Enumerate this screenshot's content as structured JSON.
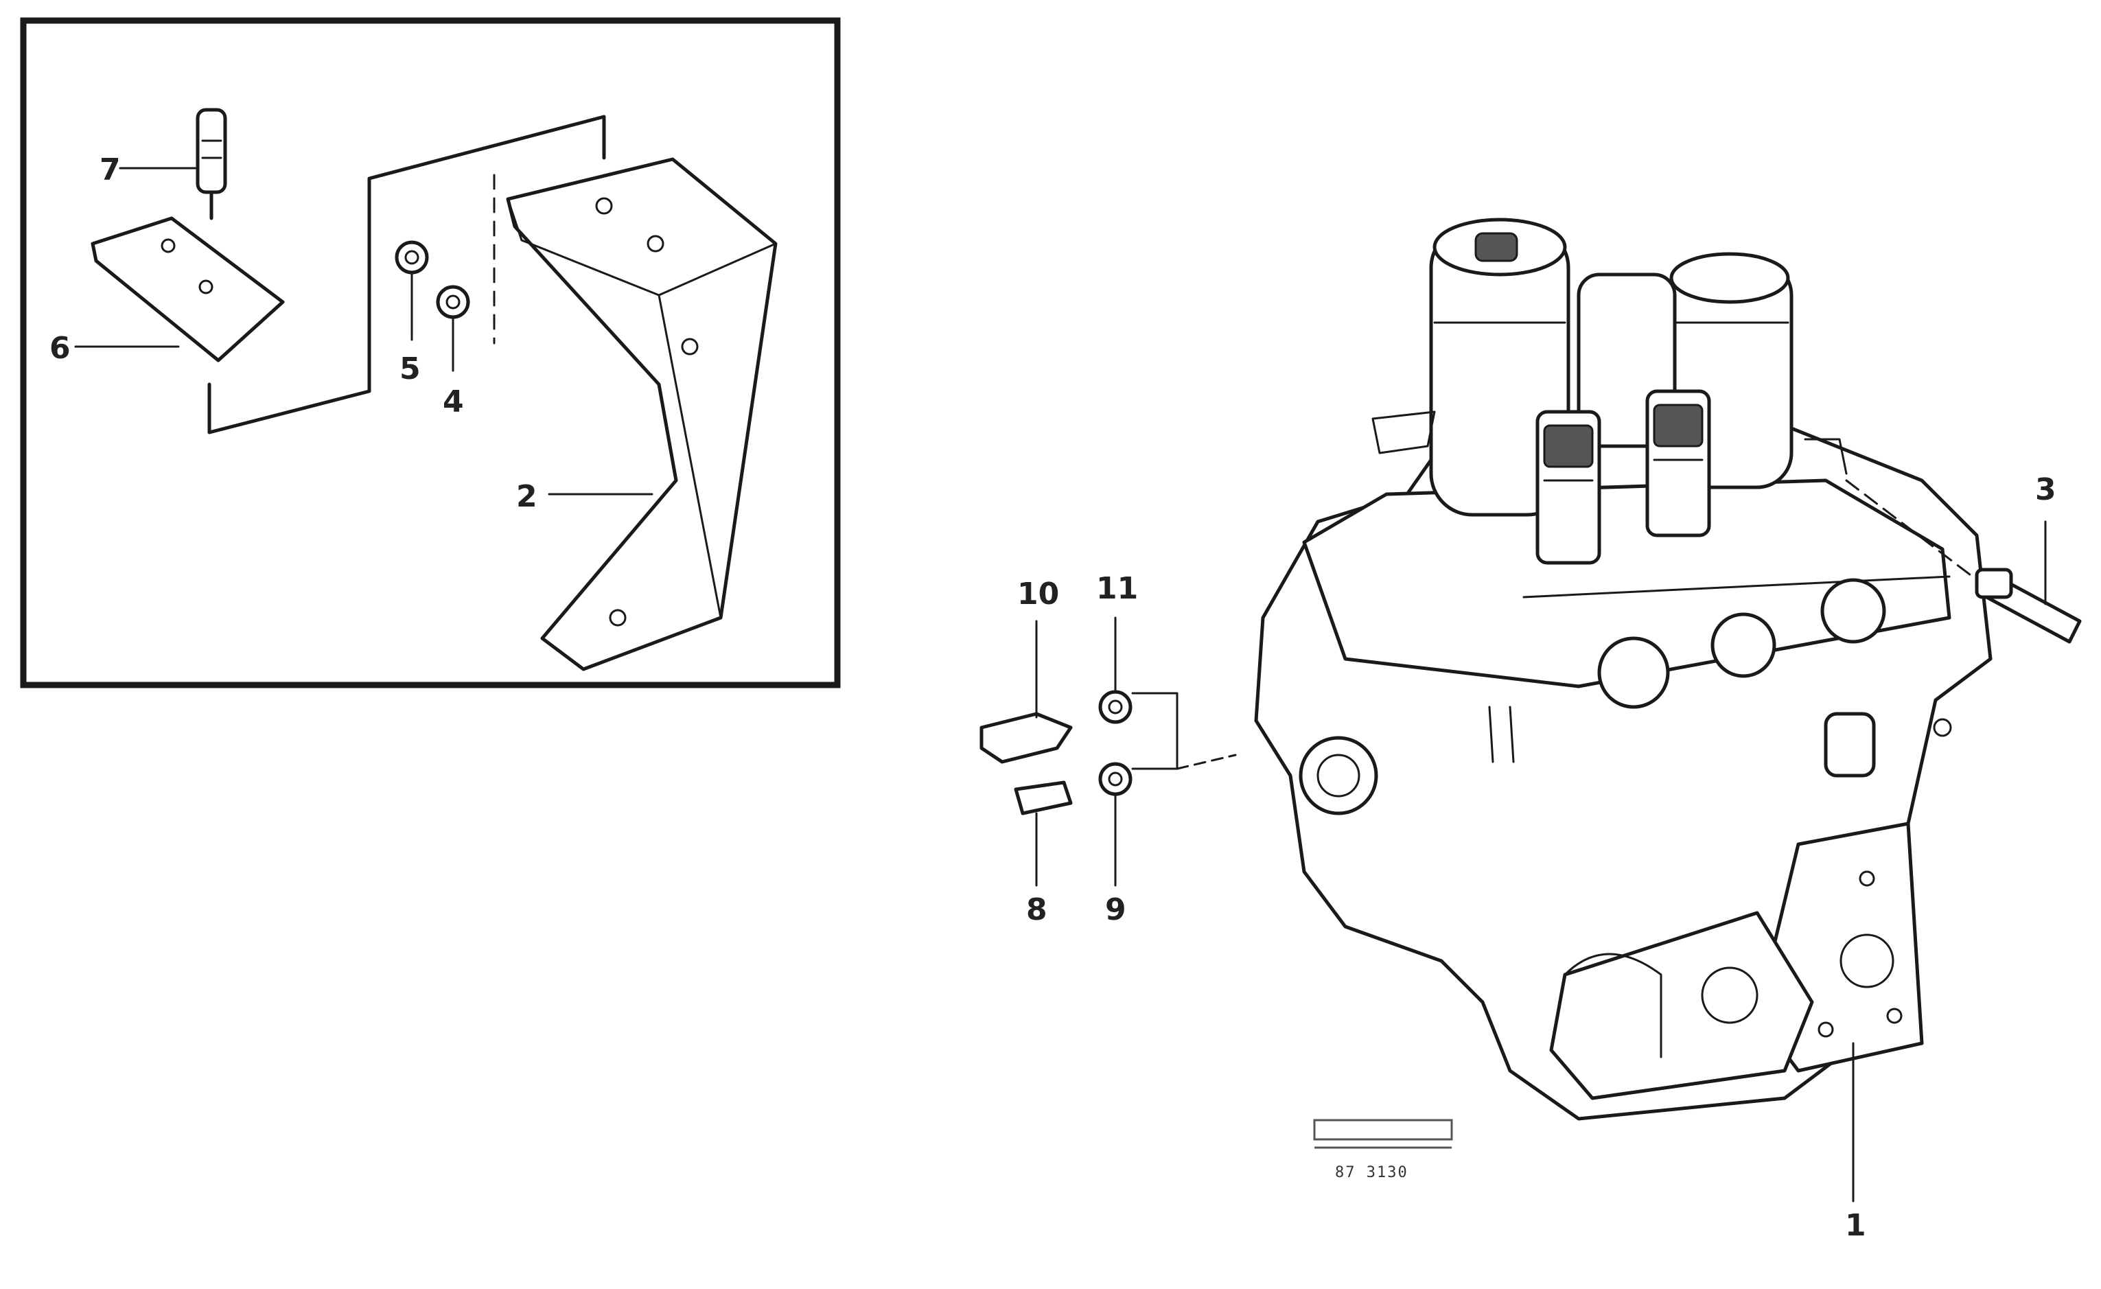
{
  "callouts": {
    "c1": "1",
    "c2": "2",
    "c3": "3",
    "c4": "4",
    "c5": "5",
    "c6": "6",
    "c7": "7",
    "c8": "8",
    "c9": "9",
    "c10": "10",
    "c11": "11"
  },
  "footer": {
    "drawing_code": "87 3130"
  },
  "colors": {
    "line": "#1a1a1a",
    "background": "#ffffff"
  }
}
